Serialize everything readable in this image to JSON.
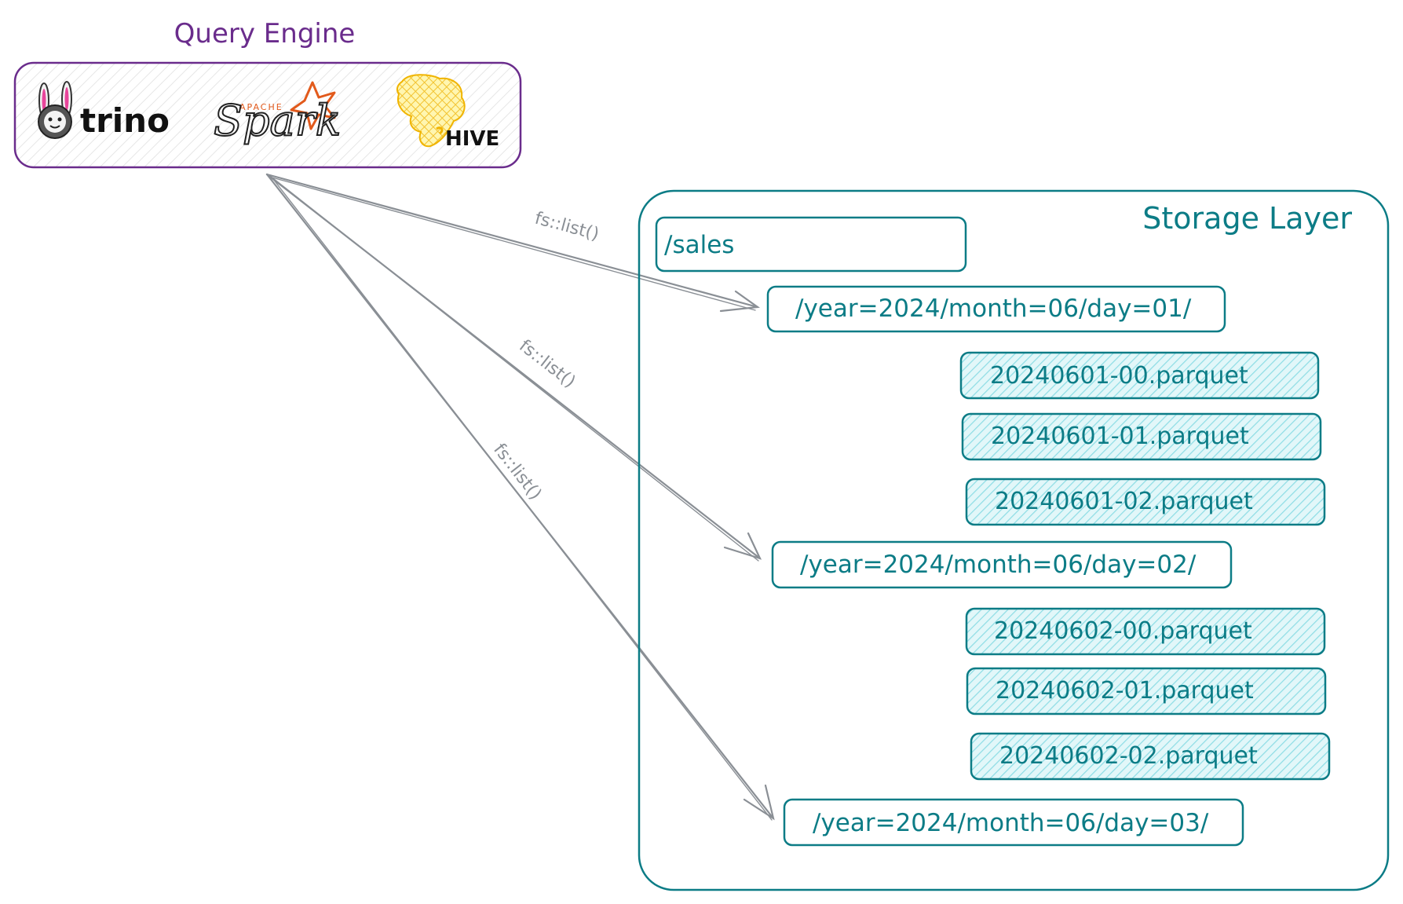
{
  "query_engine": {
    "title": "Query Engine",
    "engines": [
      {
        "name": "trino",
        "icon": "trino-bunny-icon"
      },
      {
        "name": "Spark",
        "prefix": "APACHE",
        "icon": "spark-star-icon"
      },
      {
        "name": "HIVE",
        "icon": "hive-bee-icon"
      }
    ]
  },
  "storage_layer": {
    "title": "Storage Layer",
    "root": "/sales",
    "partitions": [
      {
        "path": "/year=2024/month=06/day=01/",
        "files": [
          "20240601-00.parquet",
          "20240601-01.parquet",
          "20240601-02.parquet"
        ]
      },
      {
        "path": "/year=2024/month=06/day=02/",
        "files": [
          "20240602-00.parquet",
          "20240602-01.parquet",
          "20240602-02.parquet"
        ]
      },
      {
        "path": "/year=2024/month=06/day=03/",
        "files": []
      }
    ]
  },
  "edges": [
    {
      "label": "fs::list()",
      "target": "partition-1"
    },
    {
      "label": "fs::list()",
      "target": "partition-2"
    },
    {
      "label": "fs::list()",
      "target": "partition-3"
    }
  ],
  "colors": {
    "purple": "#6a2c8c",
    "teal": "#0c7c86",
    "file_fill": "#a8e6ec",
    "arrow": "#8a8f95"
  }
}
